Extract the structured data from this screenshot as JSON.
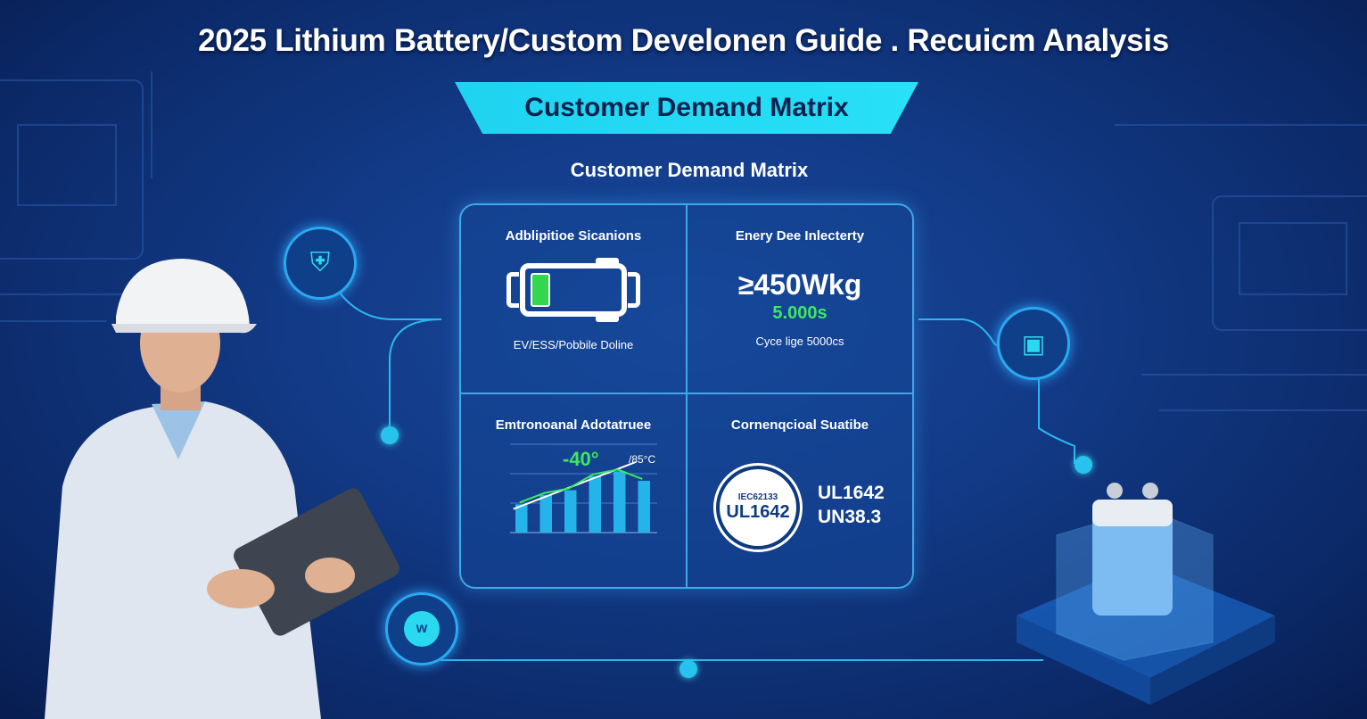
{
  "title": "2025 Lithium Battery/Custom Develonen Guide . Recuicm Analysis",
  "banner": "Customer Demand Matrix",
  "subtitle": "Customer Demand Matrix",
  "matrix": {
    "cell1": {
      "heading": "Adblipitioe Sicanions",
      "caption": "EV/ESS/Pobbile Doline"
    },
    "cell2": {
      "heading": "Enery Dee Inlecterty",
      "value": "≥450Wkg",
      "green_value": "5.000s",
      "caption": "Cyce ligе 5000cs"
    },
    "cell3": {
      "heading": "Emtronoanal Adotatruee",
      "temp_low": "-40°",
      "temp_high": "/85°C"
    },
    "cell4": {
      "heading": "Cornenqcioal Suatibe",
      "seal_top": "IEC62133",
      "seal_main": "UL1642",
      "cert1": "UL1642",
      "cert2": "UN38.3"
    }
  },
  "chart_data": {
    "type": "bar",
    "values": [
      3,
      4,
      4.5,
      6,
      6.5,
      5.5
    ],
    "trend": [
      2.5,
      3.5,
      4.5,
      5.5,
      6.5,
      7.5
    ],
    "ylim": [
      0,
      9
    ]
  },
  "colors": {
    "accent": "#28e0f7",
    "green": "#3ee860",
    "background": "#123a86"
  }
}
